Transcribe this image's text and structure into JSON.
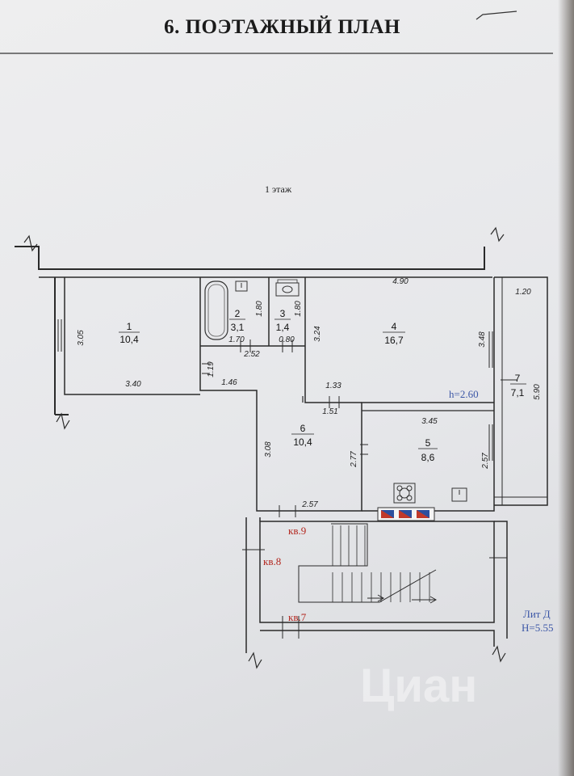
{
  "document": {
    "title": "6. ПОЭТАЖНЫЙ ПЛАН",
    "floor_label": "1 этаж"
  },
  "rooms": [
    {
      "number": "1",
      "area": "10,4"
    },
    {
      "number": "2",
      "area": "3,1"
    },
    {
      "number": "3",
      "area": "1,4"
    },
    {
      "number": "4",
      "area": "16,7"
    },
    {
      "number": "5",
      "area": "8,6"
    },
    {
      "number": "6",
      "area": "10,4"
    },
    {
      "number": "7",
      "area": "7,1"
    }
  ],
  "dimensions": {
    "d_3_05": "3.05",
    "d_3_40": "3.40",
    "d_1_80a": "1.80",
    "d_1_70": "1.70",
    "d_1_80b": "1.80",
    "d_0_80": "0.80",
    "d_2_52": "2.52",
    "d_1_19": "1.19",
    "d_1_46": "1.46",
    "d_4_90": "4.90",
    "d_3_24": "3.24",
    "d_3_48": "3.48",
    "d_1_33": "1.33",
    "d_1_51": "1.51",
    "d_1_20": "1.20",
    "d_5_90": "5.90",
    "d_3_45": "3.45",
    "d_2_77": "2.77",
    "d_2_57a": "2.57",
    "d_3_08": "3.08",
    "d_2_57b": "2.57"
  },
  "annotations": {
    "height_main": "h=2.60",
    "apt_9": "кв.9",
    "apt_8": "кв.8",
    "apt_7": "кв.7",
    "lit": "Лит Д",
    "height_lit": "H=5.55",
    "watermark": "Циан"
  },
  "colors": {
    "wall": "#2a2a2a",
    "annotation_red": "#b3261e",
    "annotation_blue": "#3b56a6",
    "radiator_red": "#c0392b",
    "radiator_blue": "#2c4f9e"
  }
}
